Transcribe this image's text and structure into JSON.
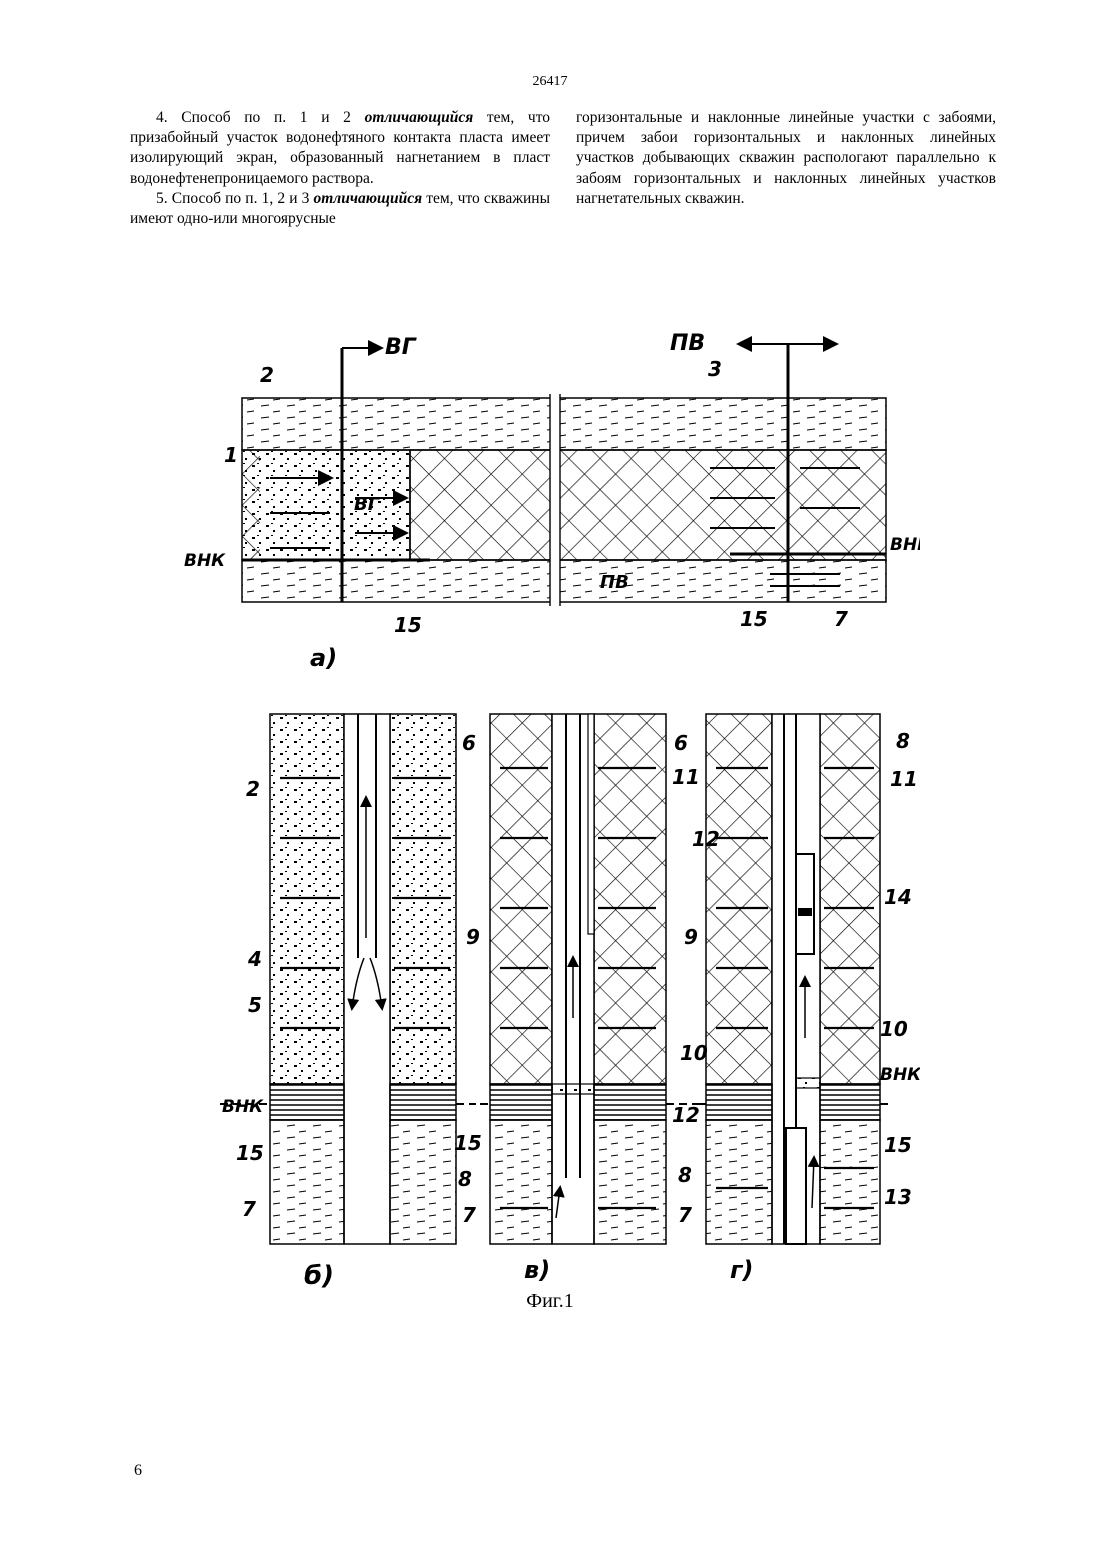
{
  "header": {
    "doc_number": "26417"
  },
  "claims": {
    "claim4": {
      "prefix": "4. Способ по п. 1 и 2 ",
      "emphasis": "отличающийся",
      "text": " тем, что призабойный участок водонефтяного контакта пласта имеет изолирующий экран, образованный нагнетанием в пласт водонефтенепроницаемого раствора."
    },
    "claim5": {
      "prefix": "5. Способ по п. 1, 2 и 3 ",
      "emphasis": "отличающийся",
      "text": " тем, что скважины имеют одно-или многоярусные",
      "continuation": "горизонтальные и наклонные линейные участки с забоями, причем забои горизонтальных и наклонных линейных участков добывающих скважин распологают параллельно к забоям горизонтальных и наклонных линейных участков нагнетательных скважин."
    }
  },
  "figure": {
    "caption": "Фиг.1",
    "panel_a": {
      "label": "а)",
      "inlet_label": "ВГ",
      "outlet_label": "ПВ",
      "inner_label_gas": "ВГ",
      "inner_label_water": "ПВ",
      "contact_label_left": "ВНК",
      "contact_label_right": "ВНК",
      "numbers": {
        "n1": "1",
        "n2": "2",
        "n3": "3",
        "n15a": "15",
        "n15b": "15",
        "n7": "7"
      }
    },
    "panel_b": {
      "label": "б)",
      "contact_label": "ВНК",
      "numbers": {
        "n2": "2",
        "n4": "4",
        "n5": "5",
        "n6": "6",
        "n15": "15",
        "n7": "7"
      }
    },
    "panel_v": {
      "label": "в)",
      "numbers": {
        "n6": "6",
        "n11": "11",
        "n9": "9",
        "n10": "10",
        "n12": "12",
        "n15": "15",
        "n8": "8",
        "n7": "7"
      }
    },
    "panel_g": {
      "label": "г)",
      "contact_label": "ВНК",
      "numbers": {
        "n8a": "8",
        "n11": "11",
        "n12": "12",
        "n14": "14",
        "n9": "9",
        "n10": "10",
        "n15": "15",
        "n8b": "8",
        "n13": "13",
        "n7": "7"
      }
    }
  },
  "footer": {
    "page_number": "6"
  }
}
